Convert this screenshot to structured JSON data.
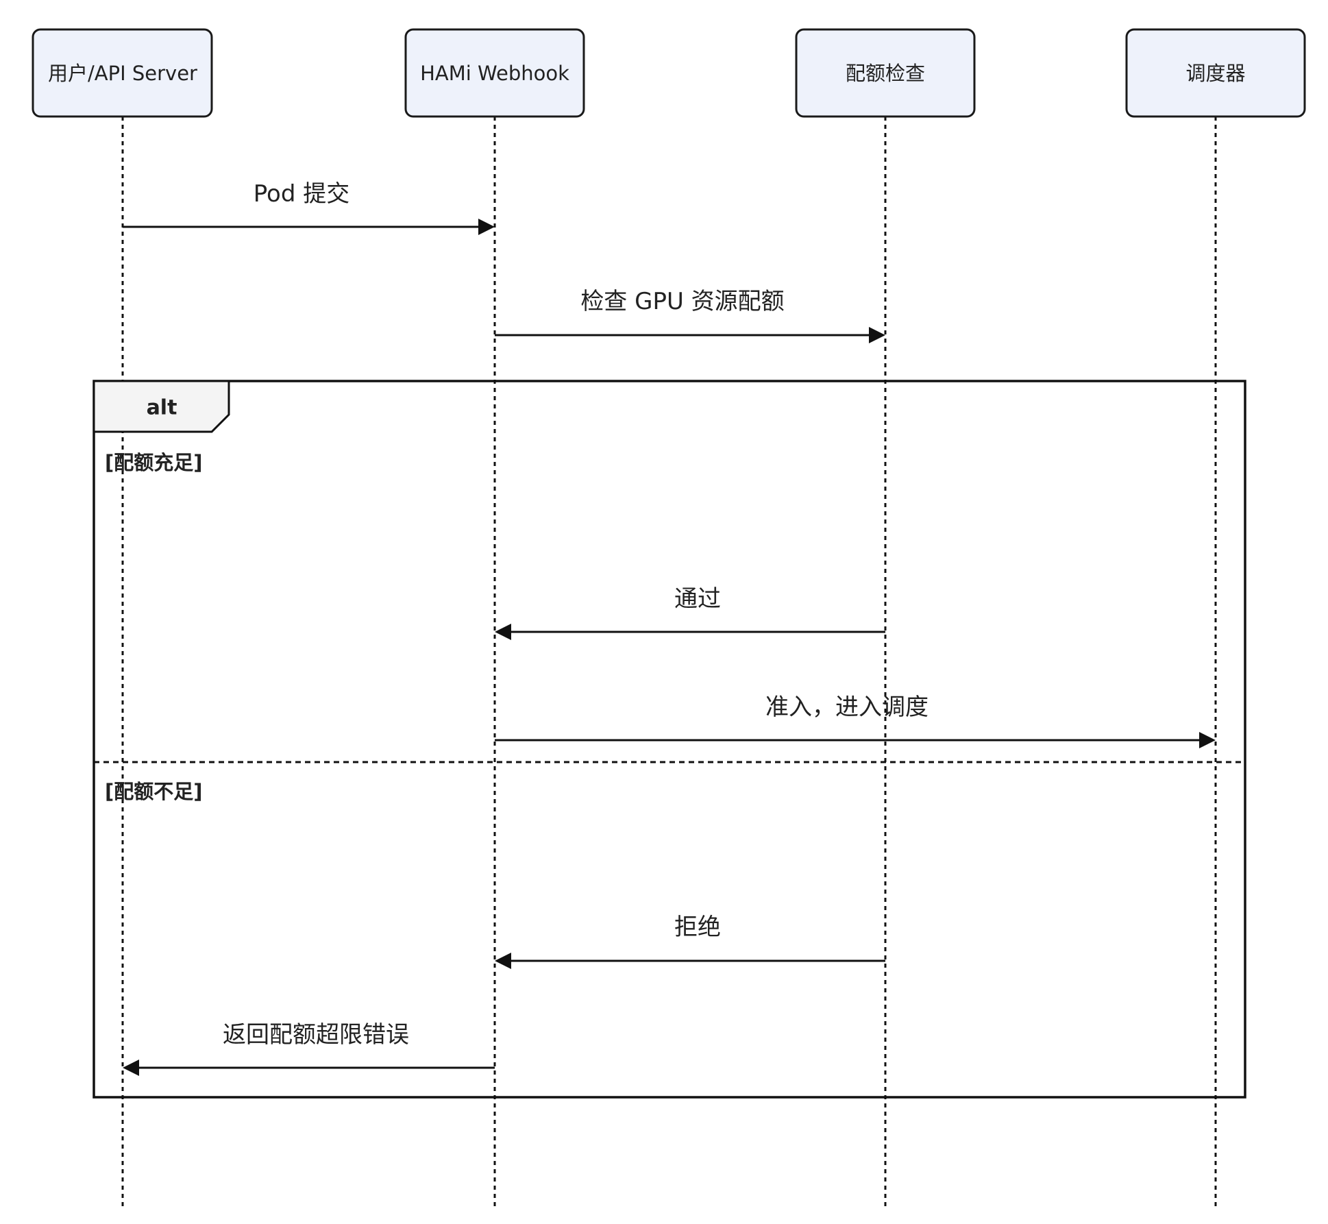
{
  "participants": [
    {
      "id": "user",
      "label": "用户/API Server"
    },
    {
      "id": "webhook",
      "label": "HAMi Webhook"
    },
    {
      "id": "quota",
      "label": "配额检查"
    },
    {
      "id": "scheduler",
      "label": "调度器"
    }
  ],
  "messages": [
    {
      "from": "user",
      "to": "webhook",
      "label": "Pod 提交"
    },
    {
      "from": "webhook",
      "to": "quota",
      "label": "检查 GPU 资源配额"
    },
    {
      "from": "quota",
      "to": "webhook",
      "label": "通过"
    },
    {
      "from": "webhook",
      "to": "scheduler",
      "label": "准入，进入调度"
    },
    {
      "from": "quota",
      "to": "webhook",
      "label": "拒绝"
    },
    {
      "from": "webhook",
      "to": "user",
      "label": "返回配额超限错误"
    }
  ],
  "frame": {
    "label": "alt",
    "sections": [
      {
        "guard": "[配额充足]"
      },
      {
        "guard": "[配额不足]"
      }
    ]
  }
}
